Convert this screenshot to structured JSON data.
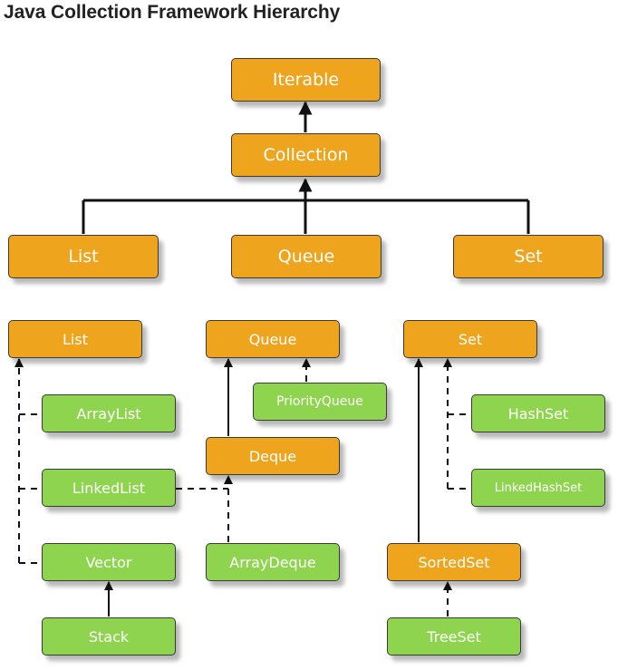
{
  "title": "Java Collection Framework Hierarchy",
  "colors": {
    "interface": "#efa41e",
    "class": "#8ed44e",
    "line": "#111111"
  },
  "nodes": {
    "iterable": "Iterable",
    "collection": "Collection",
    "list_top": "List",
    "queue_top": "Queue",
    "set_top": "Set",
    "list": "List",
    "queue": "Queue",
    "set": "Set",
    "arraylist": "ArrayList",
    "linkedlist": "LinkedList",
    "vector": "Vector",
    "stack": "Stack",
    "priorityqueue": "PriorityQueue",
    "deque": "Deque",
    "arraydeque": "ArrayDeque",
    "hashset": "HashSet",
    "linkedhashset": "LinkedHashSet",
    "sortedset": "SortedSet",
    "treeset": "TreeSet"
  }
}
